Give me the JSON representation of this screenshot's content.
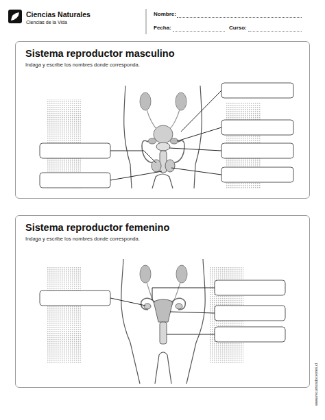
{
  "diagram": {
    "nodes": [
      {
        "text": [
          "Sistema reproductor masculino",
          "Indaga y escribe los nombres donde corresponda."
        ]
      },
      {
        "text": [
          "Sistema reproductor femenino",
          "Indaga y escribe los nombres donde corresponda."
        ]
      }
    ],
    "labels": [
      "Ciencias Naturales",
      "Ciencias de la Vida",
      "Nombre:",
      "Fecha:",
      "Curso:",
      "www.recursosdocentes.cl"
    ]
  }
}
